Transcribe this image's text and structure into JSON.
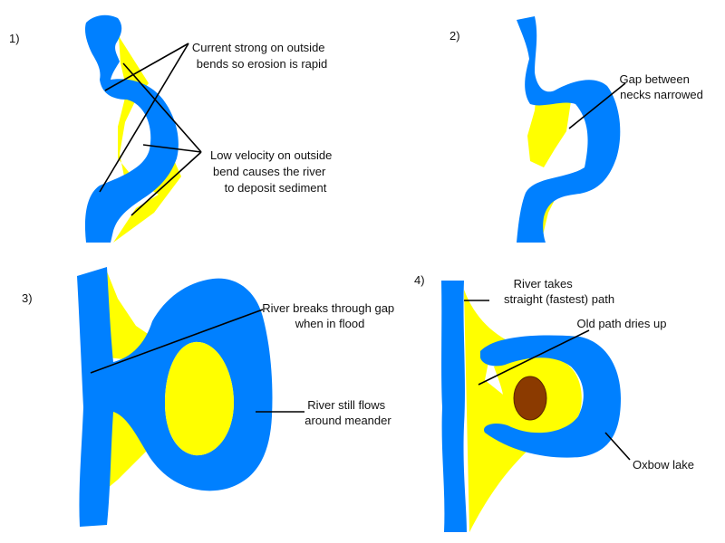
{
  "colors": {
    "river": "#0080ff",
    "sediment": "#ffff00",
    "lake_fill": "#8b3a00",
    "line": "#000000"
  },
  "panels": [
    {
      "number": "1)",
      "labels": [
        {
          "lines": [
            "Current strong on outside",
            "bends so erosion is rapid"
          ]
        },
        {
          "lines": [
            "Low velocity on outside",
            "bend causes the river",
            "to deposit sediment"
          ]
        }
      ]
    },
    {
      "number": "2)",
      "labels": [
        {
          "lines": [
            "Gap between",
            "necks narrowed"
          ]
        }
      ]
    },
    {
      "number": "3)",
      "labels": [
        {
          "lines": [
            "River breaks through gap",
            "when in flood"
          ]
        },
        {
          "lines": [
            "River still flows",
            "around meander"
          ]
        }
      ]
    },
    {
      "number": "4)",
      "labels": [
        {
          "lines": [
            "River takes",
            "straight (fastest) path"
          ]
        },
        {
          "lines": [
            "Old path dries up"
          ]
        },
        {
          "lines": [
            "Oxbow lake"
          ]
        }
      ]
    }
  ]
}
